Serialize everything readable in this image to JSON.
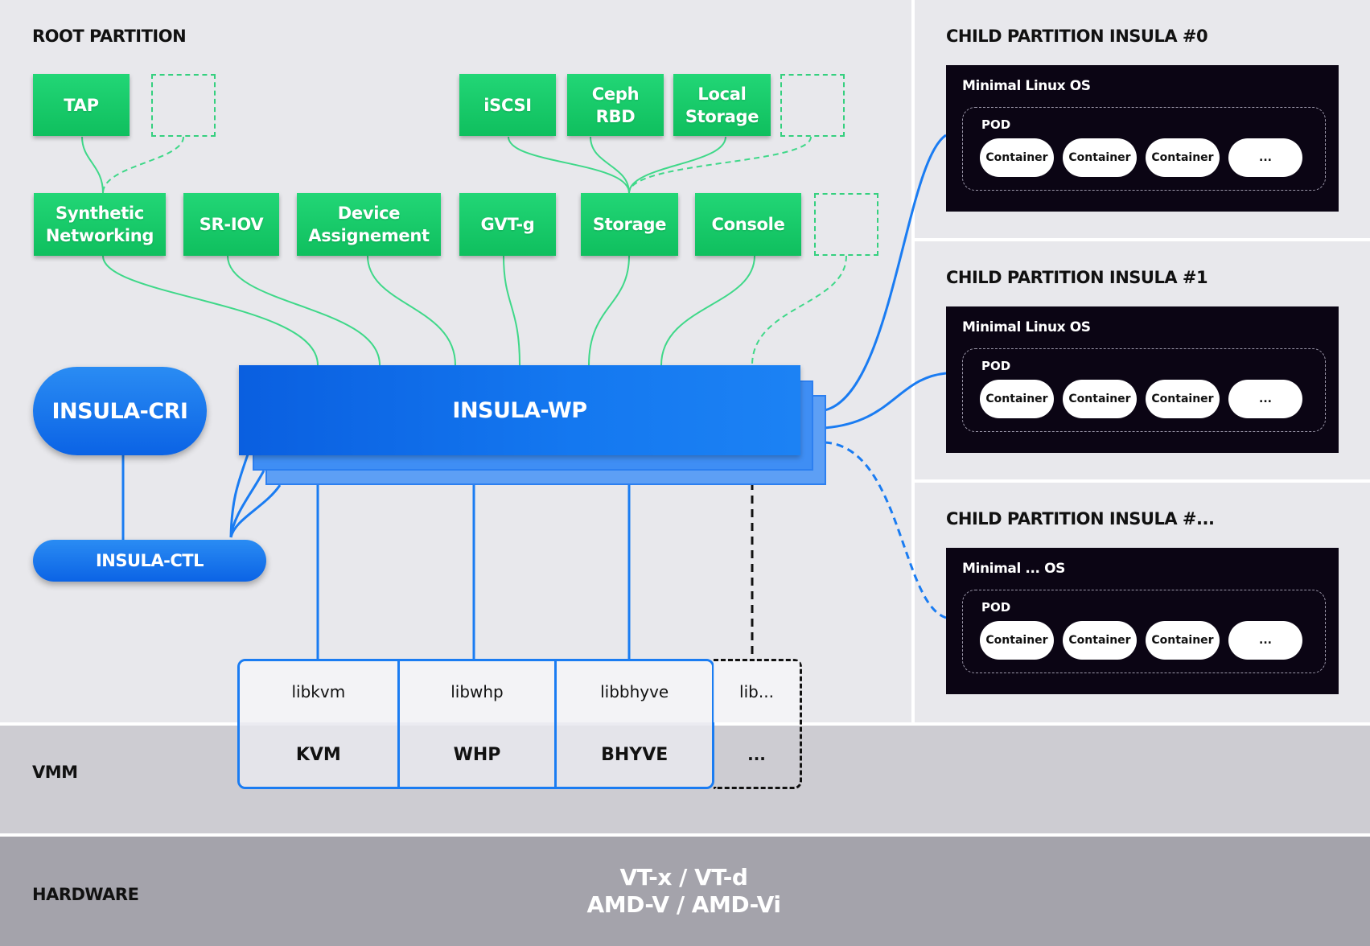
{
  "zones": {
    "root_partition": "ROOT PARTITION",
    "vmm": "VMM",
    "hardware": "HARDWARE"
  },
  "storage_backends": {
    "tap": "TAP",
    "iscsi": "iSCSI",
    "ceph_rbd": "Ceph\nRBD",
    "local_storage": "Local\nStorage"
  },
  "devices": {
    "synthetic_networking": "Synthetic\nNetworking",
    "sr_iov": "SR-IOV",
    "device_assignment": "Device\nAssignement",
    "gvt_g": "GVT-g",
    "storage": "Storage",
    "console": "Console"
  },
  "components": {
    "cri": "INSULA-CRI",
    "ctl": "INSULA-CTL",
    "wp": "INSULA-WP"
  },
  "libs": [
    {
      "lib": "libkvm",
      "vmm": "KVM"
    },
    {
      "lib": "libwhp",
      "vmm": "WHP"
    },
    {
      "lib": "libbhyve",
      "vmm": "BHYVE"
    }
  ],
  "lib_more": {
    "lib": "lib...",
    "vmm": "..."
  },
  "hardware_text": "VT-x / VT-d\nAMD-V / AMD-Vi",
  "children": [
    {
      "title": "CHILD PARTITION INSULA #0",
      "os": "Minimal Linux OS",
      "pod": "POD",
      "containers": [
        "Container",
        "Container",
        "Container",
        "..."
      ]
    },
    {
      "title": "CHILD PARTITION INSULA #1",
      "os": "Minimal Linux OS",
      "pod": "POD",
      "containers": [
        "Container",
        "Container",
        "Container",
        "..."
      ]
    },
    {
      "title": "CHILD PARTITION INSULA #...",
      "os": "Minimal ... OS",
      "pod": "POD",
      "containers": [
        "Container",
        "Container",
        "Container",
        "..."
      ]
    }
  ],
  "colors": {
    "green": "#16c965",
    "blue": "#0b6ef0",
    "os_box": "#0b0514",
    "vmm_band": "#cdccd2",
    "hardware_band": "#a4a3ab"
  }
}
